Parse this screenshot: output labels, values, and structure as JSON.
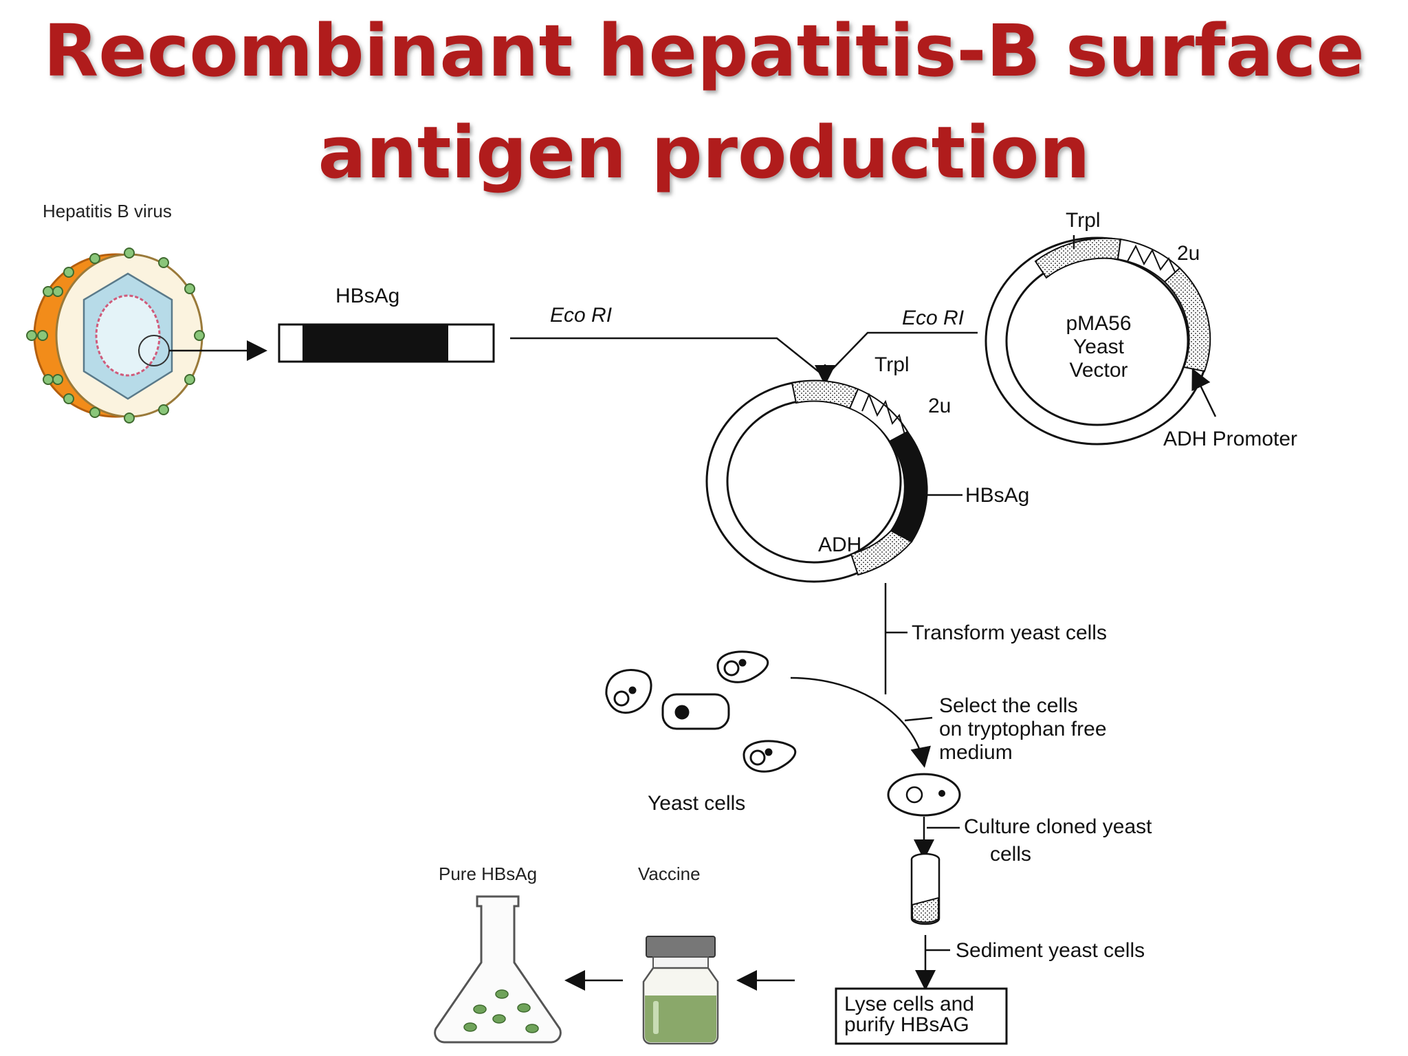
{
  "title": {
    "line1": "Recombinant hepatitis-B surface",
    "line2": "antigen production"
  },
  "virus": {
    "label": "Hepatitis B virus"
  },
  "gene": {
    "label": "HBsAg"
  },
  "restriction": {
    "left": "Eco RI",
    "right": "Eco RI"
  },
  "vector": {
    "name_line1": "pMA56",
    "name_line2": "Yeast",
    "name_line3": "Vector",
    "trp": "Trpl",
    "two_u": "2u",
    "promoter": "ADH Promoter"
  },
  "recombinant": {
    "trp": "Trpl",
    "two_u": "2u",
    "insert": "HBsAg",
    "adh": "ADH"
  },
  "steps": {
    "transform": "Transform yeast cells",
    "select_line1": "Select the cells",
    "select_line2": "on tryptophan free",
    "select_line3": "medium",
    "yeast_cells": "Yeast cells",
    "culture_line1": "Culture cloned yeast",
    "culture_line2": "cells",
    "sediment": "Sediment yeast cells",
    "lyse_line1": "Lyse cells and",
    "lyse_line2": "purify HBsAG"
  },
  "products": {
    "pure": "Pure HBsAg",
    "vaccine": "Vaccine"
  },
  "colors": {
    "title_red": "#b01c1c",
    "virus_orange": "#f28c1a",
    "virus_capsid": "#b7dbe8",
    "vaccine_green": "#8aa86a",
    "bead_green": "#6fa35a"
  }
}
